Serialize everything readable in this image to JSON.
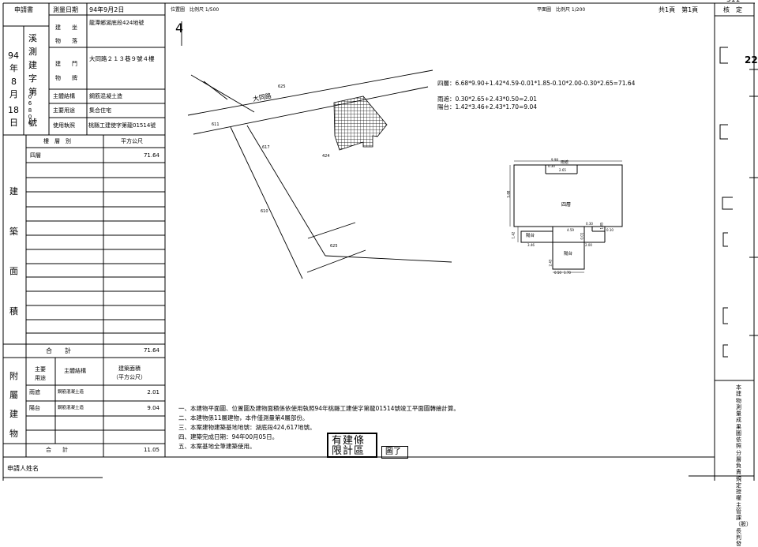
{
  "header": {
    "applicant_label": "申請書",
    "survey_date_label": "測量日期",
    "survey_date": "94年9月2日",
    "page_info": "共1頁　第1頁",
    "check_label": "核　定",
    "top_edge_number": "311"
  },
  "certificate": {
    "year": "94",
    "year_char": "年",
    "month": "8",
    "month_char": "月",
    "day": "18",
    "day_char": "日",
    "office": "溪測建字第",
    "doc_no": "06806",
    "doc_suffix": "號"
  },
  "building_info": {
    "site_label": "建　　坐\n物　　落",
    "site_value": "龍潭鄉湖底段424地號",
    "door_label": "建　　門\n物　　牌",
    "door_value": "大同路２１３巷９號４樓",
    "structure_label": "主體結構",
    "structure_value": "鋼筋混凝土造",
    "use_label": "主要用途",
    "use_value": "集合住宅",
    "license_label": "使用執照",
    "license_value": "桃縣工建使字第龍01514號"
  },
  "area_table": {
    "section_label": "建築面積",
    "col_floor": "樓　層　別",
    "col_unit": "平方公尺",
    "rows": [
      {
        "floor": "四層",
        "area": "71.64"
      }
    ],
    "total_label": "合　　計",
    "total": "71.64"
  },
  "annex_table": {
    "section_label": "附屬建物",
    "col_use": "主要\n用途",
    "col_structure": "主體結構",
    "col_area": "建築面積\n（平方公尺）",
    "rows": [
      {
        "use": "雨遮",
        "structure": "鋼筋混凝土造",
        "area": "2.01"
      },
      {
        "use": "陽台",
        "structure": "鋼筋混凝土造",
        "area": "9.04"
      }
    ],
    "total_label": "合　　計",
    "total": "11.05"
  },
  "applicant_name_label": "申請人姓名",
  "location_plan": {
    "title": "位置圖　比例尺 1/500",
    "road_label": "大同路",
    "north_mark": "4",
    "parcels": [
      "625",
      "611",
      "617",
      "424",
      "610",
      "625"
    ]
  },
  "floor_plan": {
    "title": "平面圖　比例尺 1/200",
    "room_label": "四層",
    "balcony_label_1": "陽台",
    "balcony_label_2": "陽台",
    "eave_label": "雨遮",
    "dims": [
      "9.98",
      "0.30",
      "2.65",
      "5.88",
      "1.42",
      "4.59",
      "0.01",
      "1.85",
      "3.46",
      "1.70",
      "0.50",
      "2.00",
      "2.43",
      "0.10",
      "0.30"
    ]
  },
  "calculations": [
    "四層：6.68*9.90+1.42*4.59-0.01*1.85-0.10*2.00-0.30*2.65=71.64",
    "雨遮：0.30*2.65+2.43*0.50=2.01",
    "陽台：1.42*3.46+2.43*1.70=9.04"
  ],
  "notes": [
    "一、本建物平面圖、位置圖及建物面積係依使用執照94年桃縣工建使字第龍01514號竣工平面圖轉繪計算。",
    "二、本建物係11層建物，本件僅測量第4層部份。",
    "三、本案建物建築基地地號：湖底段424,617地號。",
    "四、建築完成日期：94年00月05日。",
    "五、本案基地全筆建築使用。"
  ],
  "stamps": {
    "seal_text": "有建條\n限計區",
    "small_seal": "圖了"
  },
  "right_margin": {
    "side_number": "22",
    "vertical_note": "本建物測量成果圖依照分層負責規定授權主管課（股）長判發"
  }
}
